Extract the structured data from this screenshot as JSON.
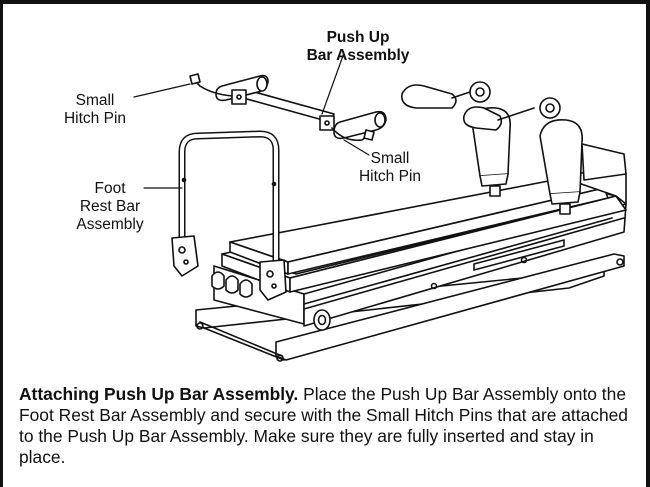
{
  "labels": {
    "push_up_bar_line1": "Push Up",
    "push_up_bar_line2": "Bar Assembly",
    "small_hitch_pin_left_line1": "Small",
    "small_hitch_pin_left_line2": "Hitch Pin",
    "small_hitch_pin_right_line1": "Small",
    "small_hitch_pin_right_line2": "Hitch Pin",
    "foot_rest_line1": "Foot",
    "foot_rest_line2": "Rest Bar",
    "foot_rest_line3": "Assembly"
  },
  "caption": {
    "heading": "Attaching Push Up Bar Assembly.",
    "body": " Place the Push Up Bar Assembly onto the Foot Rest Bar Assembly and secure with the Small Hitch Pins that are attached to the Push Up Bar Assembly. Make sure they are fully inserted and stay in place."
  }
}
